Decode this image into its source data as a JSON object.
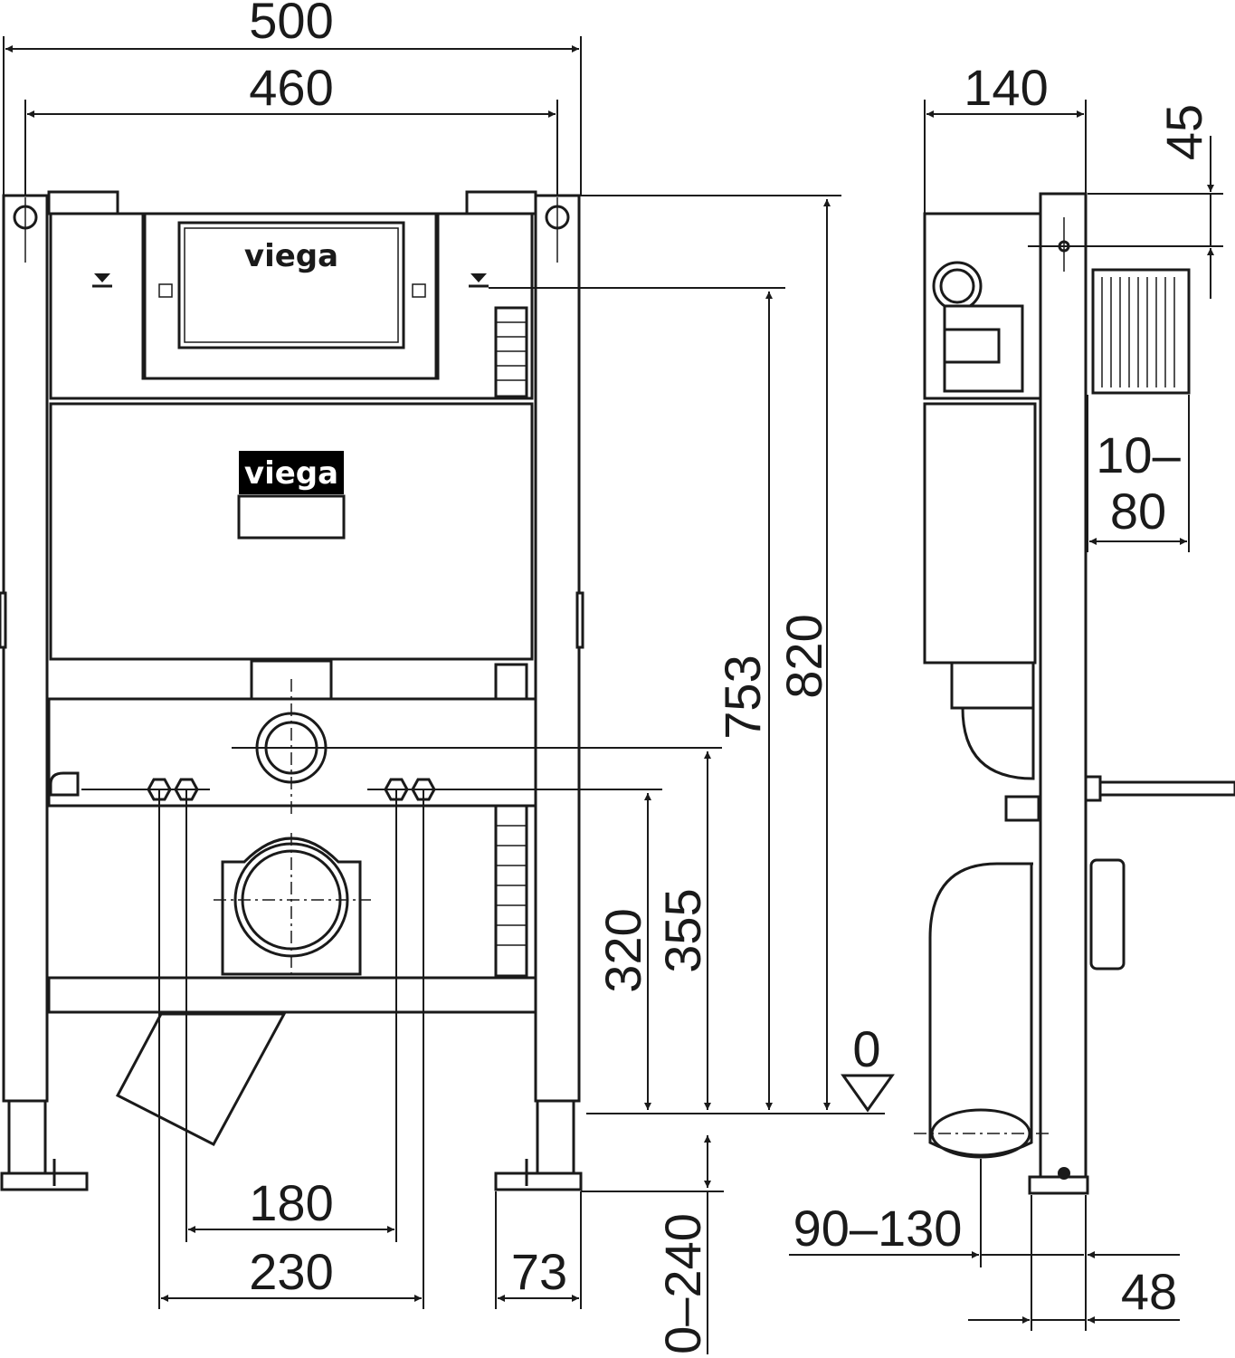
{
  "brand": {
    "logo_top": "viega",
    "logo_badge": "viega",
    "badge_color": "#000000"
  },
  "dimensions": {
    "front_width_outer": "500",
    "front_width_inner": "460",
    "side_depth": "140",
    "top_offset": "45",
    "flush_plate_depth_line1": "10–",
    "flush_plate_depth_line2": "80",
    "height_820": "820",
    "height_753": "753",
    "height_355": "355",
    "height_320": "320",
    "floor_zero": "0",
    "bolt_spacing_180": "180",
    "bolt_spacing_230": "230",
    "foot_width": "73",
    "foot_adjust": "0–240",
    "drain_offset": "90–130",
    "foot_depth": "48"
  }
}
